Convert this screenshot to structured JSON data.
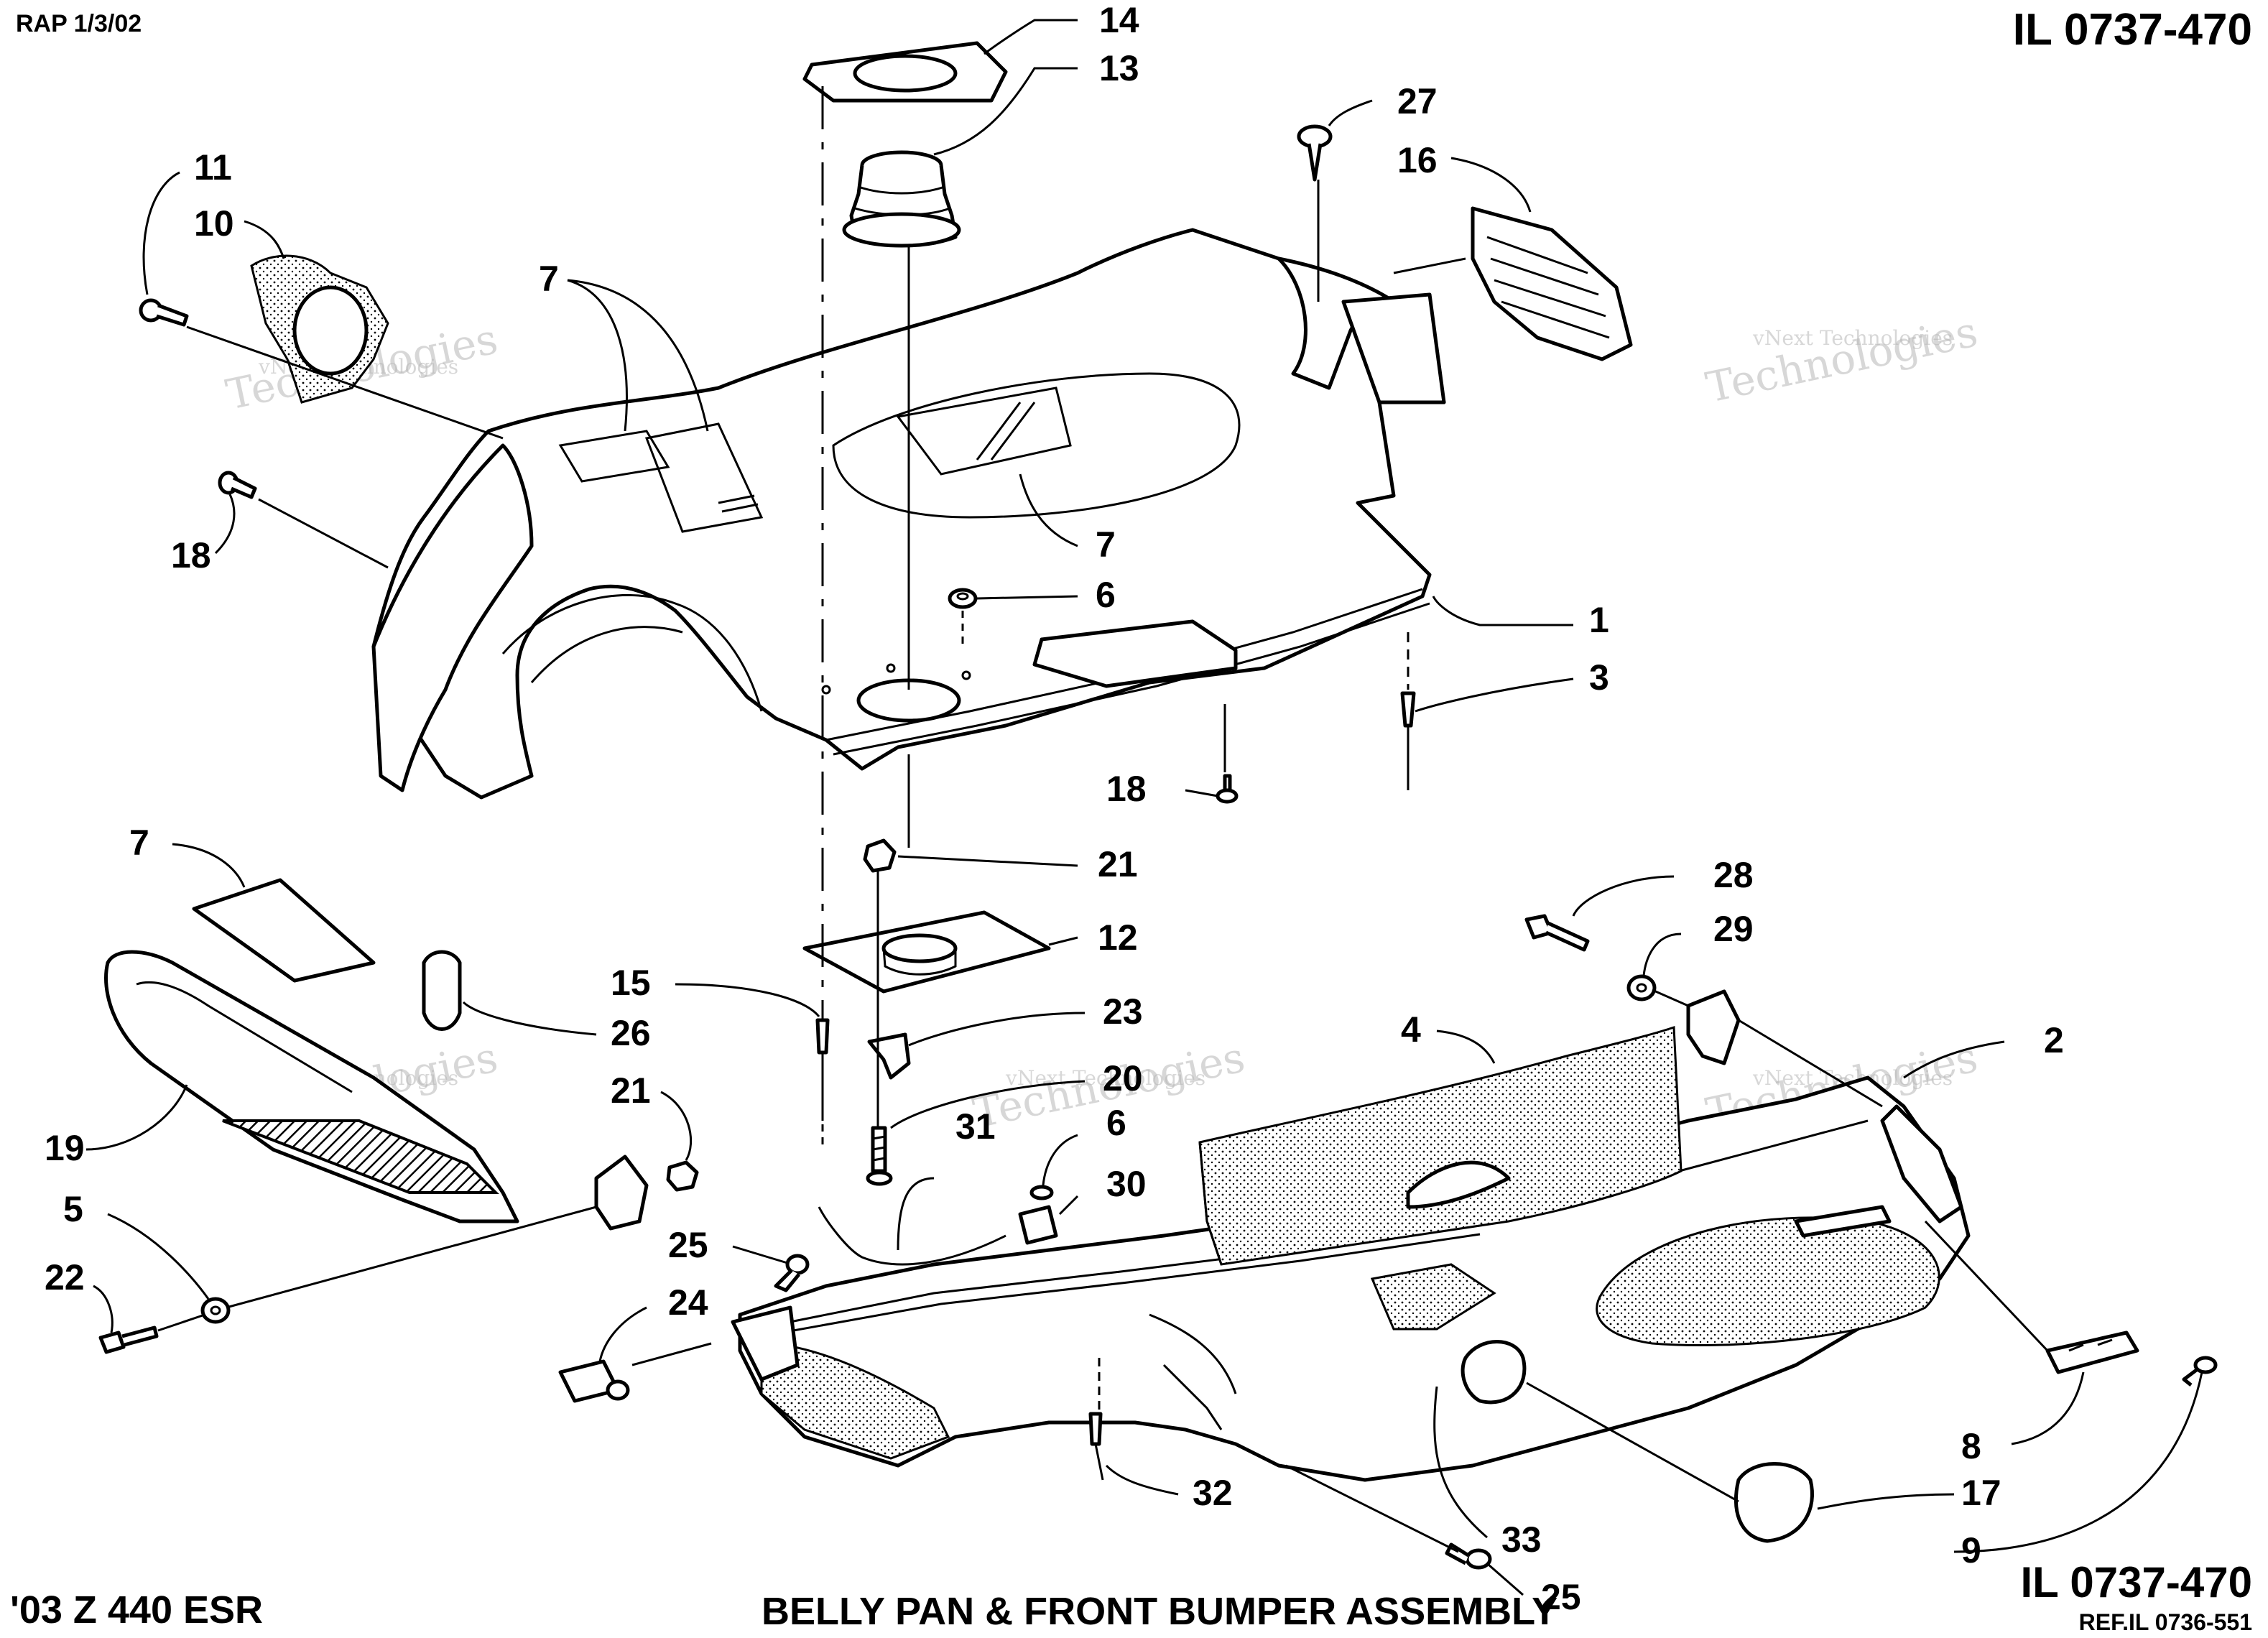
{
  "header": {
    "left_code": "RAP 1/3/02",
    "right_code": "IL 0737-470"
  },
  "footer": {
    "model": "'03 Z 440 ESR",
    "title": "BELLY PAN & FRONT BUMPER ASSEMBLY",
    "right_code": "IL 0737-470",
    "ref": "REF.IL 0736-551"
  },
  "watermark": {
    "line1": "vNext Technologies",
    "line2": "Technologies"
  },
  "callouts": [
    {
      "label": "14"
    },
    {
      "label": "13"
    },
    {
      "label": "27"
    },
    {
      "label": "16"
    },
    {
      "label": "11"
    },
    {
      "label": "10"
    },
    {
      "label": "7"
    },
    {
      "label": "18"
    },
    {
      "label": "7"
    },
    {
      "label": "6"
    },
    {
      "label": "1"
    },
    {
      "label": "3"
    },
    {
      "label": "18"
    },
    {
      "label": "7"
    },
    {
      "label": "21"
    },
    {
      "label": "12"
    },
    {
      "label": "28"
    },
    {
      "label": "29"
    },
    {
      "label": "15"
    },
    {
      "label": "26"
    },
    {
      "label": "23"
    },
    {
      "label": "4"
    },
    {
      "label": "2"
    },
    {
      "label": "21"
    },
    {
      "label": "20"
    },
    {
      "label": "19"
    },
    {
      "label": "6"
    },
    {
      "label": "31"
    },
    {
      "label": "30"
    },
    {
      "label": "5"
    },
    {
      "label": "25"
    },
    {
      "label": "22"
    },
    {
      "label": "24"
    },
    {
      "label": "8"
    },
    {
      "label": "32"
    },
    {
      "label": "17"
    },
    {
      "label": "33"
    },
    {
      "label": "9"
    },
    {
      "label": "25"
    }
  ]
}
